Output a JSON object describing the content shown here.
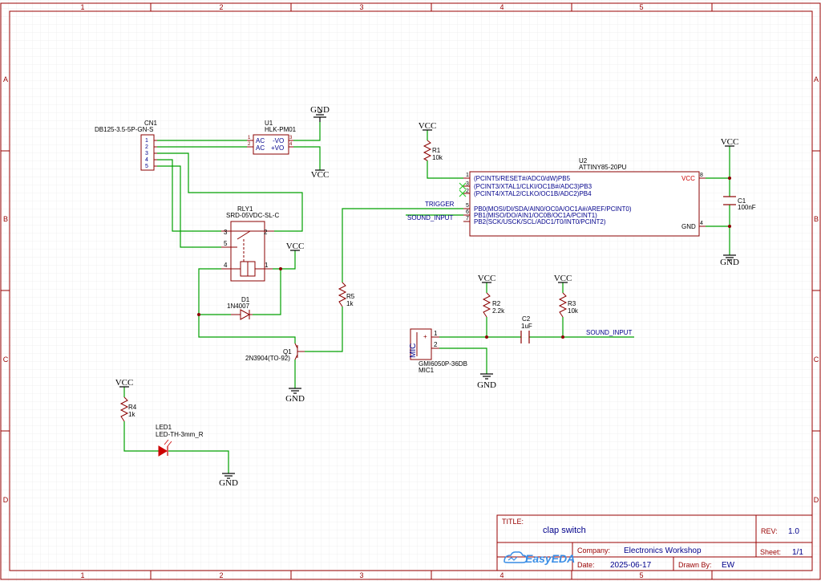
{
  "colors": {
    "frame": "#990000",
    "wire": "#00a000",
    "pin": "#8b0000",
    "label": "#00008b",
    "grid": "#e8e8e8",
    "led": "#cc0000",
    "noconnect": "#33cc33",
    "power": "#000000",
    "logo": "#3a8ee6"
  },
  "border": {
    "cols": [
      "1",
      "2",
      "3",
      "4",
      "5"
    ],
    "rows": [
      "A",
      "B",
      "C",
      "D"
    ]
  },
  "power": {
    "gnd": "GND",
    "vcc": "VCC"
  },
  "cn1": {
    "ref": "CN1",
    "value": "DB125-3.5-5P-GN-S",
    "pins": [
      "1",
      "2",
      "3",
      "4",
      "5"
    ]
  },
  "u1": {
    "ref": "U1",
    "value": "HLK-PM01",
    "pins_left": [
      "1",
      "2"
    ],
    "labels_left": [
      "AC",
      "AC"
    ],
    "labels_right": [
      "-VO",
      "+VO"
    ],
    "pins_right": [
      "3",
      "4"
    ]
  },
  "rly1": {
    "ref": "RLY1",
    "value": "SRD-05VDC-SL-C",
    "pins": [
      "3",
      "5",
      "4",
      "2",
      "1"
    ]
  },
  "d1": {
    "ref": "D1",
    "value": "1N4007"
  },
  "q1": {
    "ref": "Q1",
    "value": "2N3904(TO-92)"
  },
  "r1": {
    "ref": "R1",
    "value": "10k"
  },
  "r2": {
    "ref": "R2",
    "value": "2.2k"
  },
  "r3": {
    "ref": "R3",
    "value": "10k"
  },
  "r4": {
    "ref": "R4",
    "value": "1k"
  },
  "r5": {
    "ref": "R5",
    "value": "1k"
  },
  "c1": {
    "ref": "C1",
    "value": "100nF"
  },
  "c2": {
    "ref": "C2",
    "value": "1uF"
  },
  "led1": {
    "ref": "LED1",
    "value": "LED-TH-3mm_R"
  },
  "mic1": {
    "ref": "MIC1",
    "value": "GMI6050P-36DB",
    "body": "MIC",
    "pins": [
      "1",
      "2"
    ],
    "plus": "+"
  },
  "u2": {
    "ref": "U2",
    "value": "ATTINY85-20PU",
    "left_pins": [
      {
        "num": "1",
        "label": "(PCINT5/RESET#/ADC0/dW)PB5"
      },
      {
        "num": "3",
        "label": "(PCINT3/XTAL1/CLKI/OC1B#/ADC3)PB3"
      },
      {
        "num": "2",
        "label": "(PCINT4/XTAL2/CLKO/OC1B/ADC2)PB4"
      },
      {
        "num": "5",
        "label": "PB0(MOSI/DI/SDA/AIN0/OC0A/OC1A#/AREF/PCINT0)"
      },
      {
        "num": "6",
        "label": "PB1(MISO/DO/AIN1/OC0B/OC1A/PCINT1)"
      },
      {
        "num": "7",
        "label": "PB2(SCK/USCK/SCL/ADC1/T0/INT0/PCINT2)"
      }
    ],
    "right_pins": [
      {
        "num": "8",
        "label": "VCC"
      },
      {
        "num": "4",
        "label": "GND"
      }
    ]
  },
  "nets": {
    "trigger": "TRIGGER",
    "sound_input_1": "SOUND_INPUT",
    "sound_input_2": "SOUND_INPUT"
  },
  "title_block": {
    "title_label": "TITLE:",
    "title": "clap switch",
    "rev_label": "REV:",
    "rev": "1.0",
    "company_label": "Company:",
    "company": "Electronics Workshop",
    "sheet_label": "Sheet:",
    "sheet": "1/1",
    "date_label": "Date:",
    "date": "2025-06-17",
    "drawn_label": "Drawn By:",
    "drawn": "EW",
    "logo": "EasyEDA"
  }
}
